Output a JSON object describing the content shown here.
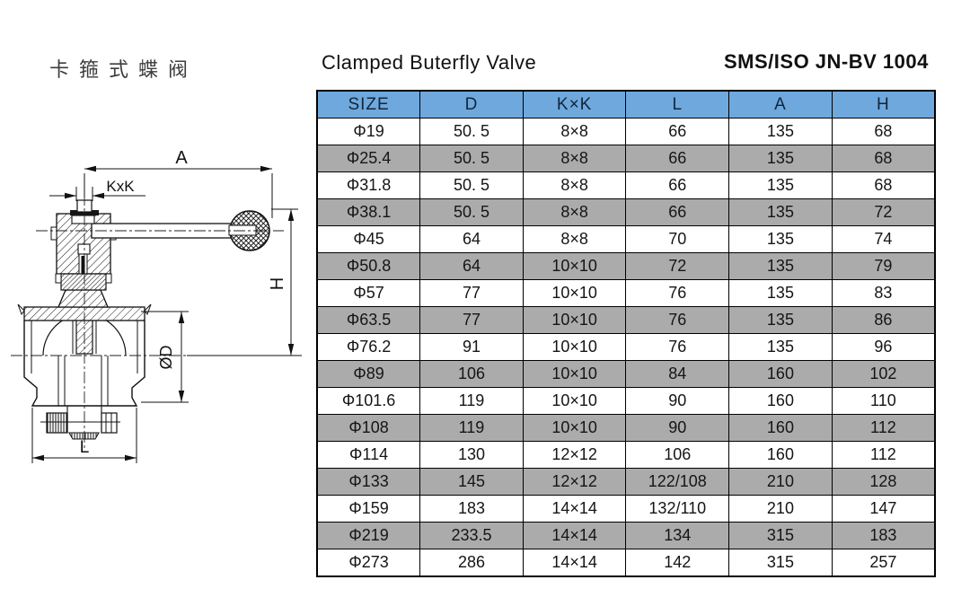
{
  "header": {
    "title_cn": "卡箍式蝶阀",
    "title_en": "Clamped Buterfly Valve",
    "standard": "SMS/ISO JN-BV 1004"
  },
  "drawing": {
    "dim_a": "A",
    "dim_kxk": "KxK",
    "dim_h": "H",
    "dim_d": "ØD",
    "dim_l": "L"
  },
  "table": {
    "headers": [
      "SIZE",
      "D",
      "K×K",
      "L",
      "A",
      "H"
    ],
    "rows": [
      [
        "Φ19",
        "50. 5",
        "8×8",
        "66",
        "135",
        "68"
      ],
      [
        "Φ25.4",
        "50. 5",
        "8×8",
        "66",
        "135",
        "68"
      ],
      [
        "Φ31.8",
        "50. 5",
        "8×8",
        "66",
        "135",
        "68"
      ],
      [
        "Φ38.1",
        "50. 5",
        "8×8",
        "66",
        "135",
        "72"
      ],
      [
        "Φ45",
        "64",
        "8×8",
        "70",
        "135",
        "74"
      ],
      [
        "Φ50.8",
        "64",
        "10×10",
        "72",
        "135",
        "79"
      ],
      [
        "Φ57",
        "77",
        "10×10",
        "76",
        "135",
        "83"
      ],
      [
        "Φ63.5",
        "77",
        "10×10",
        "76",
        "135",
        "86"
      ],
      [
        "Φ76.2",
        "91",
        "10×10",
        "76",
        "135",
        "96"
      ],
      [
        "Φ89",
        "106",
        "10×10",
        "84",
        "160",
        "102"
      ],
      [
        "Φ101.6",
        "119",
        "10×10",
        "90",
        "160",
        "110"
      ],
      [
        "Φ108",
        "119",
        "10×10",
        "90",
        "160",
        "112"
      ],
      [
        "Φ114",
        "130",
        "12×12",
        "106",
        "160",
        "112"
      ],
      [
        "Φ133",
        "145",
        "12×12",
        "122/108",
        "210",
        "128"
      ],
      [
        "Φ159",
        "183",
        "14×14",
        "132/110",
        "210",
        "147"
      ],
      [
        "Φ219",
        "233.5",
        "14×14",
        "134",
        "315",
        "183"
      ],
      [
        "Φ273",
        "286",
        "14×14",
        "142",
        "315",
        "257"
      ]
    ]
  },
  "colors": {
    "header_bg": "#6fa8dc",
    "row_alt_bg": "#ababab",
    "border": "#000000",
    "line": "#111111"
  }
}
